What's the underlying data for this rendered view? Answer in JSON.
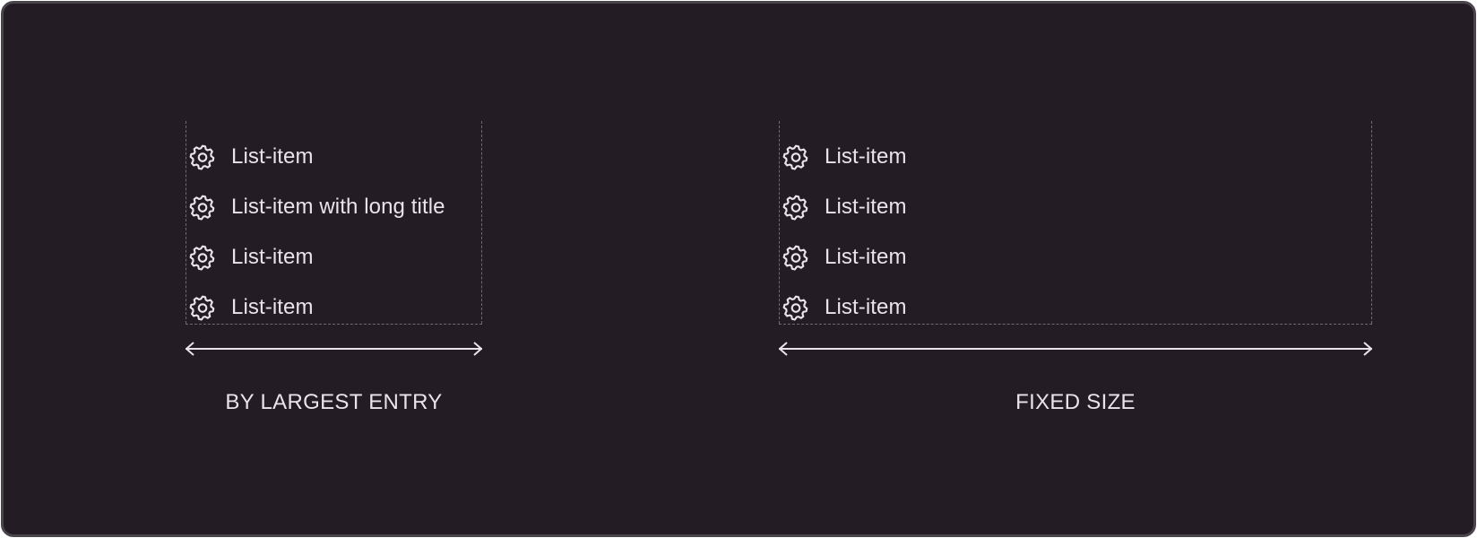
{
  "panels": [
    {
      "caption": "BY LARGEST ENTRY",
      "items": [
        {
          "icon": "gear-icon",
          "label": "List-item"
        },
        {
          "icon": "gear-icon",
          "label": "List-item with long title"
        },
        {
          "icon": "gear-icon",
          "label": "List-item"
        },
        {
          "icon": "gear-icon",
          "label": "List-item"
        }
      ]
    },
    {
      "caption": "FIXED SIZE",
      "items": [
        {
          "icon": "gear-icon",
          "label": "List-item"
        },
        {
          "icon": "gear-icon",
          "label": "List-item"
        },
        {
          "icon": "gear-icon",
          "label": "List-item"
        },
        {
          "icon": "gear-icon",
          "label": "List-item"
        }
      ]
    }
  ],
  "colors": {
    "background": "#241c24",
    "frame_border": "#4a454c",
    "text": "#e8e4ea",
    "guide_line": "#6f6a72"
  }
}
